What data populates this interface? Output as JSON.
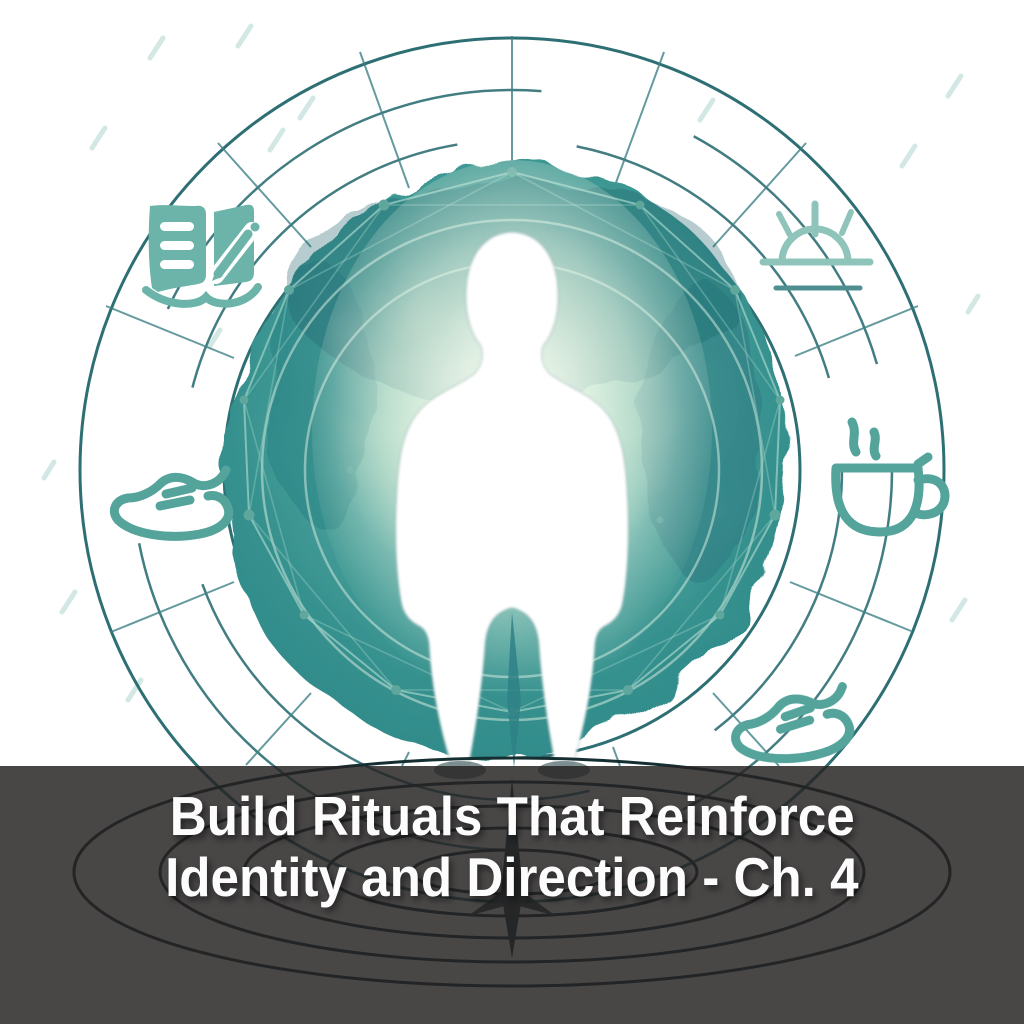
{
  "caption": {
    "line1": "Build Rituals That Reinforce",
    "line2": "Identity and Direction - Ch. 4"
  },
  "illustration": {
    "subject": "glowing-human-silhouette-in-concentric-circles",
    "icons": [
      {
        "name": "open-book-pencil-icon"
      },
      {
        "name": "sunrise-icon"
      },
      {
        "name": "running-shoe-icon-left"
      },
      {
        "name": "coffee-cup-icon"
      },
      {
        "name": "running-shoe-icon-bottom-right"
      }
    ]
  },
  "colors": {
    "ring_stroke": "#2e6f74",
    "inner_ring": "#cfe8dd",
    "spoke": "#3f8187",
    "speckle": "#a9d3cb",
    "mesh": "#9ccfc5",
    "mesh_node": "#5fa69d",
    "icon_fill": "#6cb4a9",
    "icon_stroke": "#54a49c",
    "icon_stroke_light": "#8fc4bb",
    "cloud_core": "#f4fbef",
    "cloud_mid": "#4aa09a",
    "cloud_edge": "#2f8a89",
    "ripple": "#152e31",
    "shadow_dark": "#1c3a3d",
    "banner_bg": "rgba(38,35,34,0.84)",
    "banner_text": "#fcfcfc"
  }
}
